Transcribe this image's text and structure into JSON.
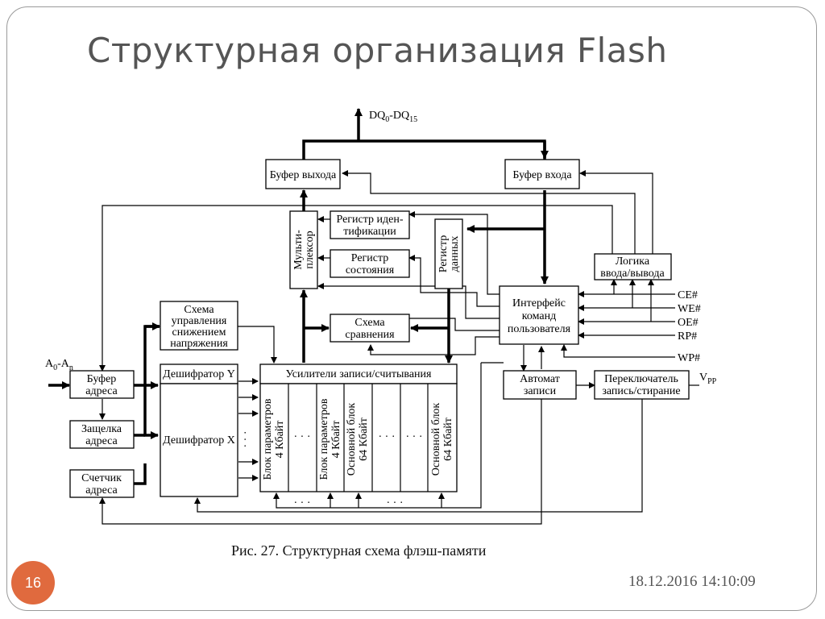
{
  "slide": {
    "title": "Структурная организация Flash",
    "number": "16",
    "datetime": "18.12.2016 14:10:09",
    "caption": "Рис. 27. Структурная схема флэш-памяти"
  },
  "diagram": {
    "dq_label": "DQ",
    "dq_sub_0": "0",
    "dq_sep": "-DQ",
    "dq_sub_15": "15",
    "addr_label": "A",
    "addr_sub_0": "0",
    "addr_sep": "-A",
    "addr_sub_n": "n",
    "vpp_label": "V",
    "vpp_sub": "PP",
    "blocks": {
      "output_buffer": "Буфер выхода",
      "input_buffer": "Буфер входа",
      "mux_1": "Мульти-",
      "mux_2": "плексор",
      "id_reg_1": "Регистр иден-",
      "id_reg_2": "тификации",
      "status_reg_1": "Регистр",
      "status_reg_2": "состояния",
      "data_reg_1": "Регистр",
      "data_reg_2": "данных",
      "io_logic_1": "Логика",
      "io_logic_2": "ввода/вывода",
      "cmd_if_1": "Интерфейс",
      "cmd_if_2": "команд",
      "cmd_if_3": "пользователя",
      "compare_1": "Схема",
      "compare_2": "сравнения",
      "power_1": "Схема",
      "power_2": "управления",
      "power_3": "снижением",
      "power_4": "напряжения",
      "addr_buf_1": "Буфер",
      "addr_buf_2": "адреса",
      "addr_latch_1": "Защелка",
      "addr_latch_2": "адреса",
      "addr_counter_1": "Счетчик",
      "addr_counter_2": "адреса",
      "dec_y": "Дешифратор Y",
      "dec_x": "Дешифратор X",
      "sense_amp": "Усилители записи/считывания",
      "param_block_1a": "Блок параметров",
      "param_block_1b": "4 Кбайт",
      "param_block_2a": "Блок параметров",
      "param_block_2b": "4 Кбайт",
      "main_block_1a": "Основной блок",
      "main_block_1b": "64 Кбайт",
      "main_block_2a": "Основной блок",
      "main_block_2b": "64 Кбайт",
      "write_auto_1": "Автомат",
      "write_auto_2": "записи",
      "switch_1": "Переключатель",
      "switch_2": "запись/стирание"
    },
    "signals": {
      "ce": "CE#",
      "we": "WE#",
      "oe": "OE#",
      "rp": "RP#",
      "wp": "WP#"
    },
    "ellipsis": "· · ·"
  }
}
